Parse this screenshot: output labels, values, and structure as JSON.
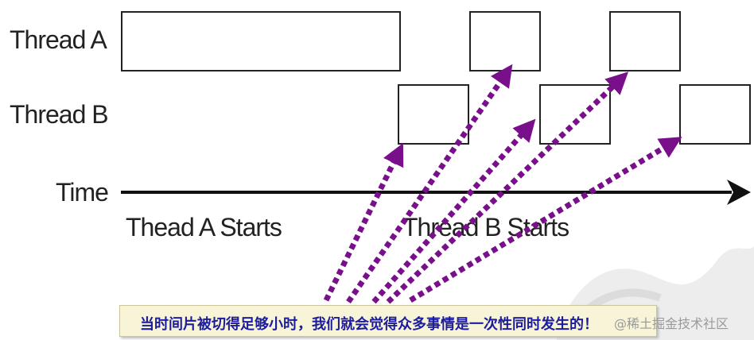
{
  "labels": {
    "thread_a": "Thread A",
    "thread_b": "Thread B",
    "time": "Time",
    "thread_a_starts": "Thead A Starts",
    "thread_b_starts": "Thread B Starts"
  },
  "caption": "当时间片被切得足够小时，我们就会觉得众多事情是一次性同时发生的！",
  "watermark": "@稀土掘金技术社区",
  "colors": {
    "arrow": "#7a0f8c",
    "caption_text": "#1c1c9e",
    "caption_bg": "#f7f4d8",
    "box_border": "#222222"
  }
}
